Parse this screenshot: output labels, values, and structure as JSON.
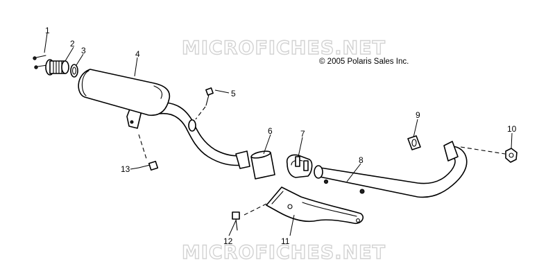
{
  "copyright": "© 2005 Polaris Sales Inc.",
  "watermark": "MICROFICHES.NET",
  "callouts": [
    "1",
    "2",
    "3",
    "4",
    "5",
    "6",
    "7",
    "8",
    "9",
    "10",
    "11",
    "12",
    "13"
  ]
}
